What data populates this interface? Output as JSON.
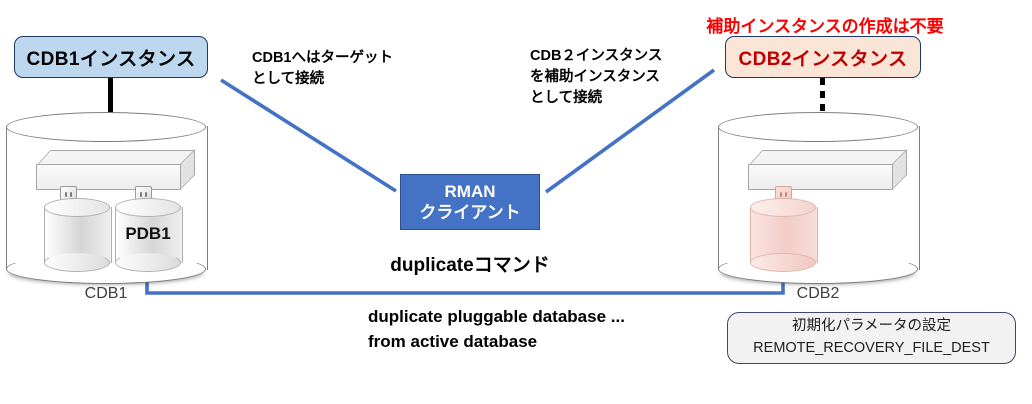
{
  "diagram": {
    "title": "RMAN duplicate pluggable database from active database",
    "colors": {
      "cdb1_box_fill": "#BDD7EE",
      "cdb1_box_border": "#1F3864",
      "cdb2_box_fill": "#FBE5D6",
      "cdb2_box_border": "#1F3864",
      "cdb2_text": "#C00000",
      "warning_text": "#FF0000",
      "rman_fill": "#4472C4",
      "rman_border": "#2F528F",
      "rman_text": "#FFFFFF",
      "connector_blue": "#4472C4",
      "cylinder_outline": "#7F7F7F",
      "pdb_pink": "#F2CCC6",
      "param_box_fill": "#F2F2F2",
      "param_box_border": "#3B4A6B"
    },
    "left": {
      "instance_label": "CDB1インスタンス",
      "cylinder_label": "CDB1",
      "pdb_label": "PDB1",
      "stem_style": "solid"
    },
    "right": {
      "warning": "補助インスタンスの作成は不要",
      "instance_label": "CDB2インスタンス",
      "cylinder_label": "CDB2",
      "stem_style": "dashed"
    },
    "annotations": {
      "left_line1": "CDB1へはターゲット",
      "left_line2": "として接続",
      "right_line1": "CDB２インスタンス",
      "right_line2": "を補助インスタンス",
      "right_line3": "として接続"
    },
    "rman": {
      "line1": "RMAN",
      "line2": "クライアント",
      "caption": "duplicateコマンド"
    },
    "command": {
      "line1": "duplicate pluggable database ...",
      "line2": "from active database"
    },
    "param_box": {
      "line1": "初期化パラメータの設定",
      "line2": "REMOTE_RECOVERY_FILE_DEST"
    }
  }
}
